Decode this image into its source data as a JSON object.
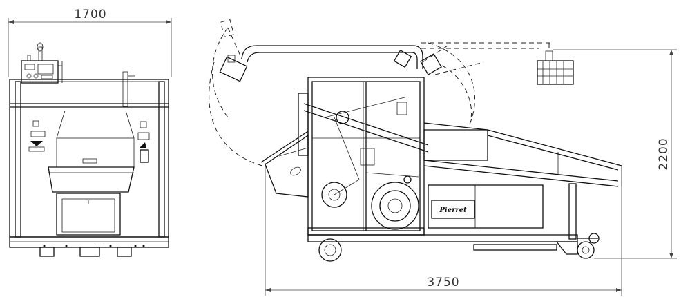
{
  "dimensions": {
    "front_width": "1700",
    "side_length": "3750",
    "side_height": "2200"
  },
  "machine_plate": {
    "brand": "Pierret"
  }
}
